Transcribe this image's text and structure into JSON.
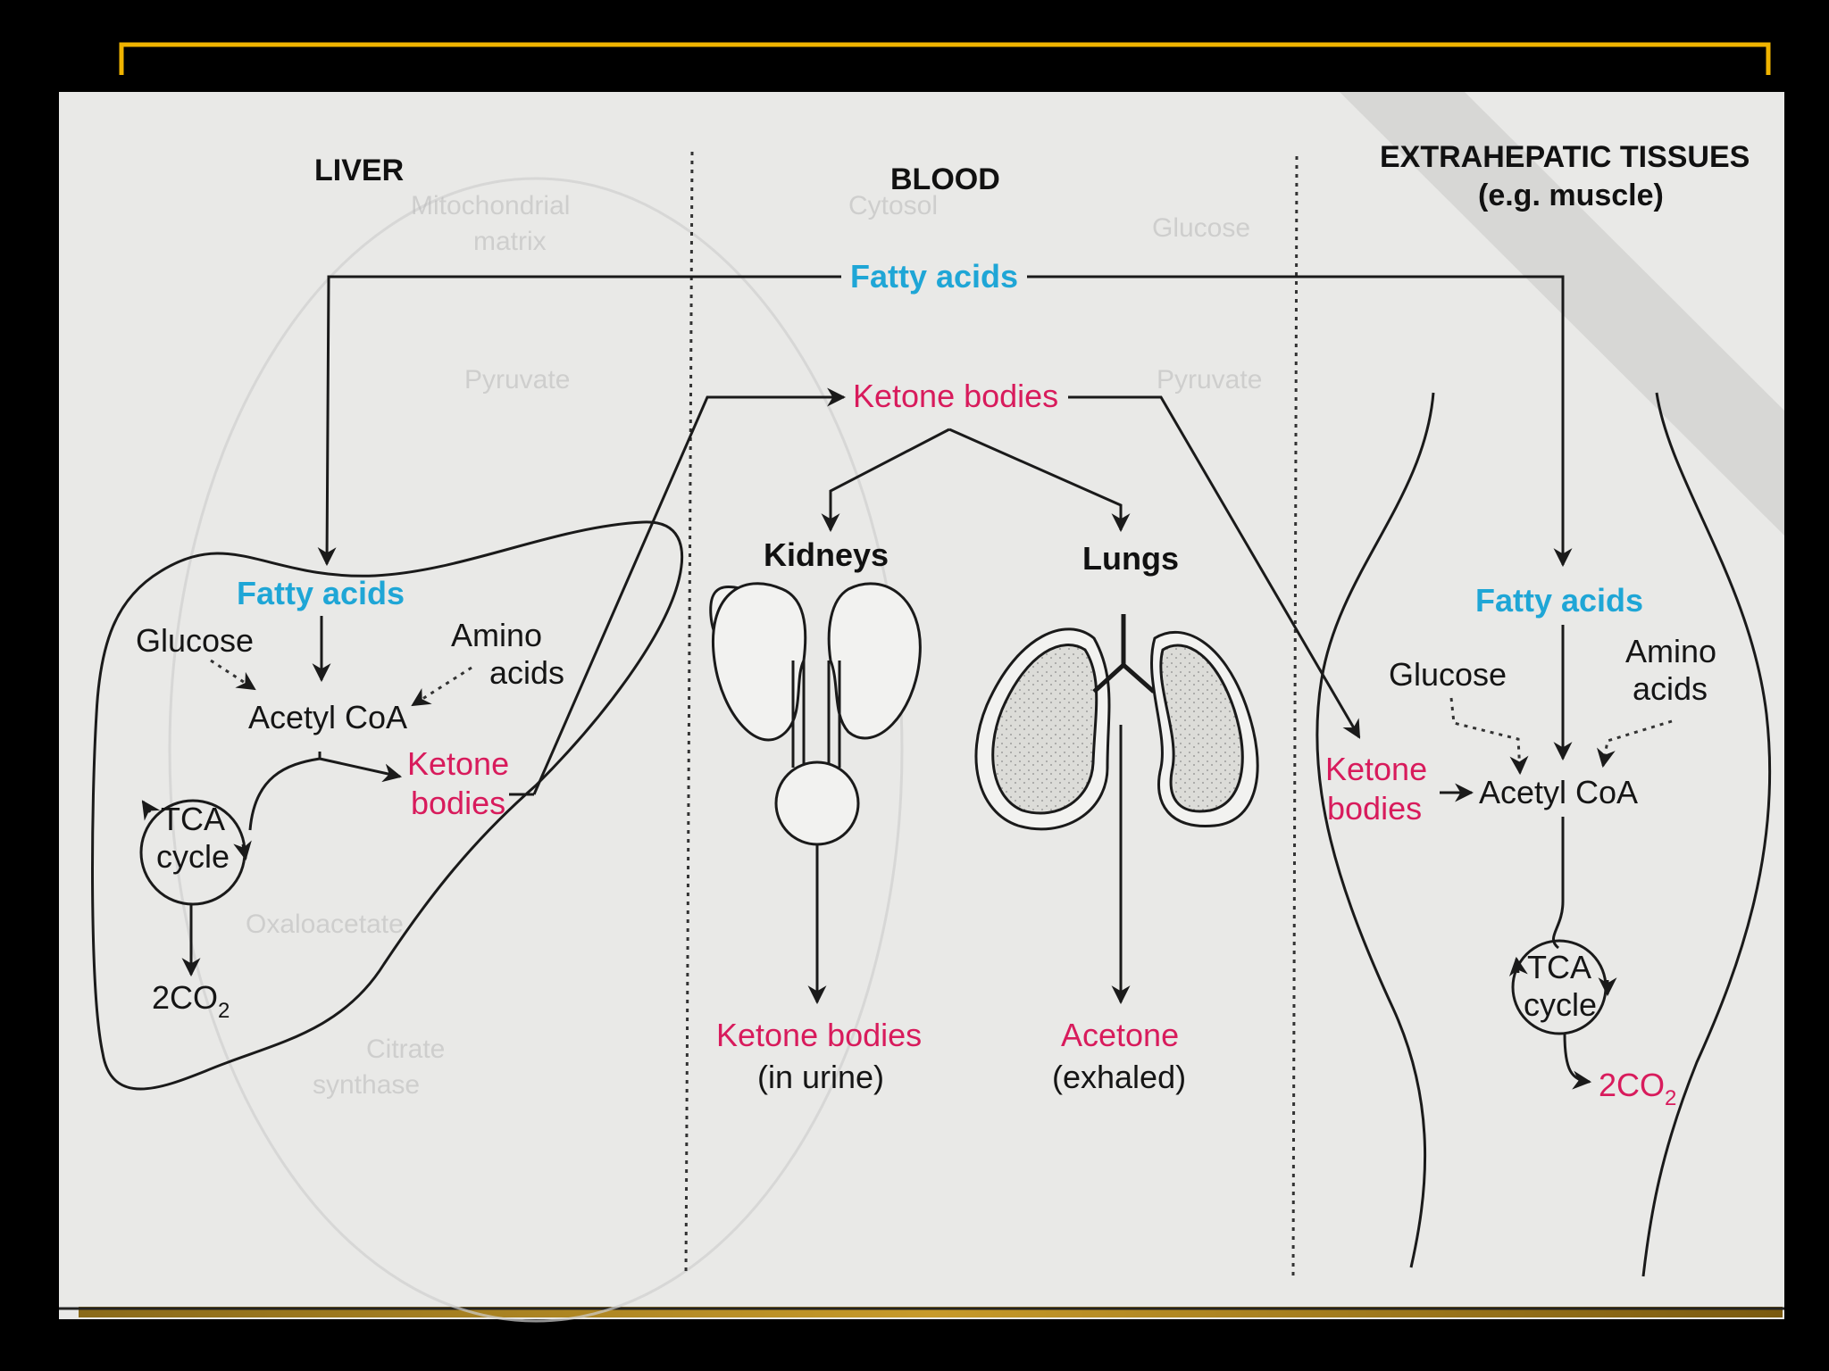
{
  "headers": {
    "liver": "LIVER",
    "blood": "BLOOD",
    "extra_line1": "EXTRAHEPATIC TISSUES",
    "extra_line2": "(e.g. muscle)"
  },
  "blood": {
    "fatty_acids": "Fatty acids",
    "ketone_bodies": "Ketone bodies",
    "kidneys": "Kidneys",
    "lungs": "Lungs",
    "urine_line1": "Ketone bodies",
    "urine_line2": "(in urine)",
    "acetone_line1": "Acetone",
    "acetone_line2": "(exhaled)"
  },
  "liver": {
    "fatty_acids": "Fatty acids",
    "glucose": "Glucose",
    "amino_line1": "Amino",
    "amino_line2": "acids",
    "acetyl_coa": "Acetyl CoA",
    "ketone_line1": "Ketone",
    "ketone_line2": "bodies",
    "tca_line1": "TCA",
    "tca_line2": "cycle",
    "co2": "2CO",
    "co2_sub": "2"
  },
  "extrahepatic": {
    "fatty_acids": "Fatty acids",
    "glucose": "Glucose",
    "amino_line1": "Amino",
    "amino_line2": "acids",
    "ketone_line1": "Ketone",
    "ketone_line2": "bodies",
    "acetyl_coa": "Acetyl CoA",
    "tca_line1": "TCA",
    "tca_line2": "cycle",
    "co2": "2CO",
    "co2_sub": "2"
  },
  "ghost_text": {
    "g1": "Mitochondrial",
    "g2": "matrix",
    "g3": "Cytosol",
    "g4": "Glucose",
    "g5": "Pyruvate",
    "g6": "Pyruvate",
    "g7": "Oxaloacetate",
    "g8": "Citrate",
    "g9": "synthase"
  },
  "colors": {
    "background": "#000000",
    "paper": "#e9e9e7",
    "frame_accent": "#f0b400",
    "cyan_label": "#1fa6d6",
    "pink_label": "#d81b5c"
  }
}
